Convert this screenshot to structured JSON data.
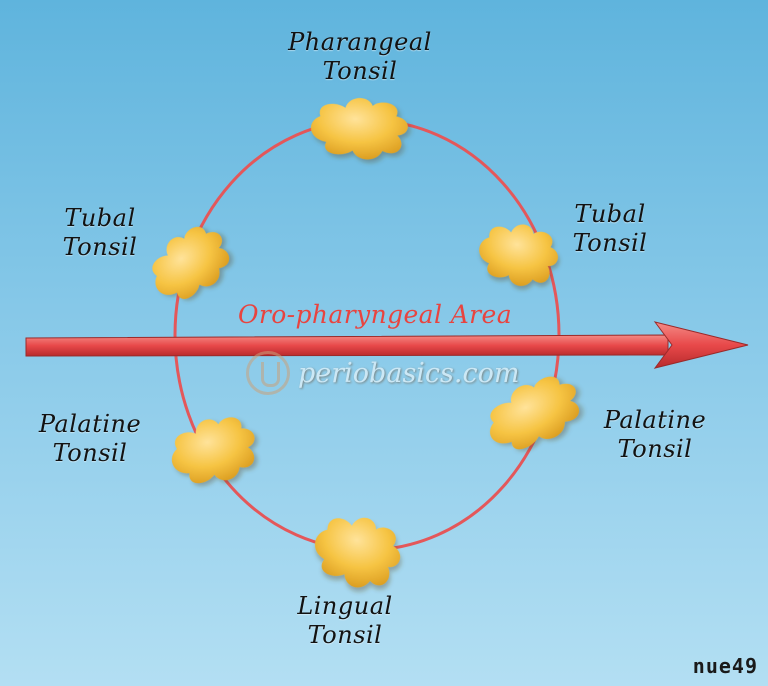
{
  "labels": {
    "pharyngeal": [
      "Pharangeal",
      "Tonsil"
    ],
    "tubal_left": [
      "Tubal",
      "Tonsil"
    ],
    "tubal_right": [
      "Tubal",
      "Tonsil"
    ],
    "palatine_left": [
      "Palatine",
      "Tonsil"
    ],
    "palatine_right": [
      "Palatine",
      "Tonsil"
    ],
    "lingual": [
      "Lingual",
      "Tonsil"
    ]
  },
  "area_label": "Oro-pharyngeal Area",
  "watermark": "periobasics.com",
  "signature": "nue49",
  "colors": {
    "ring": "#e4575a",
    "tonsil_fill": "#f5c64a",
    "arrow": "#e8494a",
    "area_label": "#e8443f"
  }
}
